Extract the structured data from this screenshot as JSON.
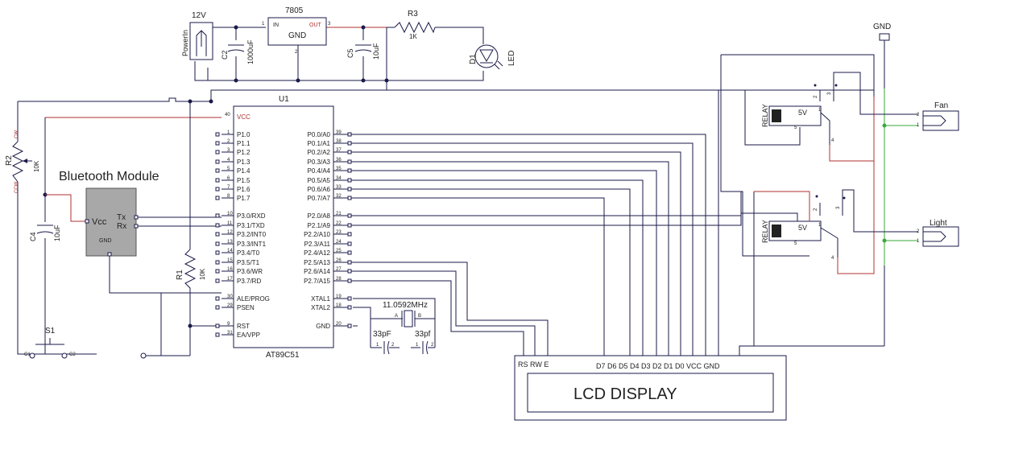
{
  "power": {
    "jack_voltage": "12V",
    "jack_name": "PowerIn",
    "regulator": "7805",
    "reg_in": "IN",
    "reg_out": "OUT",
    "reg_gnd": "GND",
    "reg_pin1": "1",
    "reg_pin2": "2",
    "reg_pin3": "3",
    "c2_ref": "C2",
    "c2_val": "1000uF",
    "c5_ref": "C5",
    "c5_val": "10uF",
    "r3_ref": "R3",
    "r3_val": "1K",
    "d1_ref": "D1",
    "d1_val": "LED"
  },
  "gnd_label": "GND",
  "mcu": {
    "ref": "U1",
    "name": "AT89C51",
    "vcc_label": "VCC",
    "vcc_pin": "40",
    "left_pins": [
      {
        "num": "1",
        "name": "P1.0"
      },
      {
        "num": "2",
        "name": "P1.1"
      },
      {
        "num": "3",
        "name": "P1.2"
      },
      {
        "num": "4",
        "name": "P1.3"
      },
      {
        "num": "5",
        "name": "P1.4"
      },
      {
        "num": "6",
        "name": "P1.5"
      },
      {
        "num": "7",
        "name": "P1.6"
      },
      {
        "num": "8",
        "name": "P1.7"
      },
      {
        "num": "10",
        "name": "P3.0/RXD"
      },
      {
        "num": "11",
        "name": "P3.1/TXD"
      },
      {
        "num": "12",
        "name": "P3.2/INT0"
      },
      {
        "num": "13",
        "name": "P3.3/INT1"
      },
      {
        "num": "14",
        "name": "P3.4/T0"
      },
      {
        "num": "15",
        "name": "P3.5/T1"
      },
      {
        "num": "16",
        "name": "P3.6/WR"
      },
      {
        "num": "17",
        "name": "P3.7/RD"
      },
      {
        "num": "30",
        "name": "ALE/PROG"
      },
      {
        "num": "29",
        "name": "PSEN"
      },
      {
        "num": "9",
        "name": "RST"
      },
      {
        "num": "31",
        "name": "EA/VPP"
      }
    ],
    "right_pins": [
      {
        "num": "39",
        "name": "P0.0/A0"
      },
      {
        "num": "38",
        "name": "P0.1/A1"
      },
      {
        "num": "37",
        "name": "P0.2/A2"
      },
      {
        "num": "36",
        "name": "P0.3/A3"
      },
      {
        "num": "35",
        "name": "P0.4/A4"
      },
      {
        "num": "34",
        "name": "P0.5/A5"
      },
      {
        "num": "33",
        "name": "P0.6/A6"
      },
      {
        "num": "32",
        "name": "P0.7/A7"
      },
      {
        "num": "21",
        "name": "P2.0/A8"
      },
      {
        "num": "22",
        "name": "P2.1/A9"
      },
      {
        "num": "23",
        "name": "P2.2/A10"
      },
      {
        "num": "24",
        "name": "P2.3/A11"
      },
      {
        "num": "25",
        "name": "P2.4/A12"
      },
      {
        "num": "26",
        "name": "P2.5/A13"
      },
      {
        "num": "27",
        "name": "P2.6/A14"
      },
      {
        "num": "28",
        "name": "P2.7/A15"
      },
      {
        "num": "19",
        "name": "XTAL1"
      },
      {
        "num": "18",
        "name": "XTAL2"
      },
      {
        "num": "20",
        "name": "GND"
      }
    ]
  },
  "bluetooth": {
    "title": "Bluetooth Module",
    "vcc": "Vcc",
    "tx": "Tx",
    "rx": "Rx",
    "gnd": "GND"
  },
  "pot": {
    "ref": "R2",
    "val": "10K",
    "cw": "CW",
    "ccw": "CCW"
  },
  "c4": {
    "ref": "C4",
    "val": "10uF"
  },
  "r1": {
    "ref": "R1",
    "val": "10K"
  },
  "switch": {
    "ref": "S1",
    "c1": "C1",
    "c2": "C2"
  },
  "crystal": {
    "freq": "11.0592MHz",
    "a": "A",
    "b": "B"
  },
  "caps33": {
    "left": "33pF",
    "right": "33pf",
    "pin1": "1",
    "pin2": "2"
  },
  "lcd": {
    "title": "LCD DISPLAY",
    "pins_left": "RS RW E",
    "pins_right": "D7 D6 D5 D4 D3 D2 D1 D0  VCC  GND"
  },
  "relays": [
    {
      "label": "RELAY",
      "coil": "5V",
      "p1": "1",
      "p2": "2",
      "p3": "3",
      "p4": "4",
      "p5": "5"
    },
    {
      "label": "RELAY",
      "coil": "5V",
      "p1": "1",
      "p2": "2",
      "p3": "3",
      "p4": "4",
      "p5": "5"
    }
  ],
  "loads": [
    {
      "label": "Fan",
      "p1": "1",
      "p2": "2"
    },
    {
      "label": "Light",
      "p1": "1",
      "p2": "2"
    }
  ]
}
